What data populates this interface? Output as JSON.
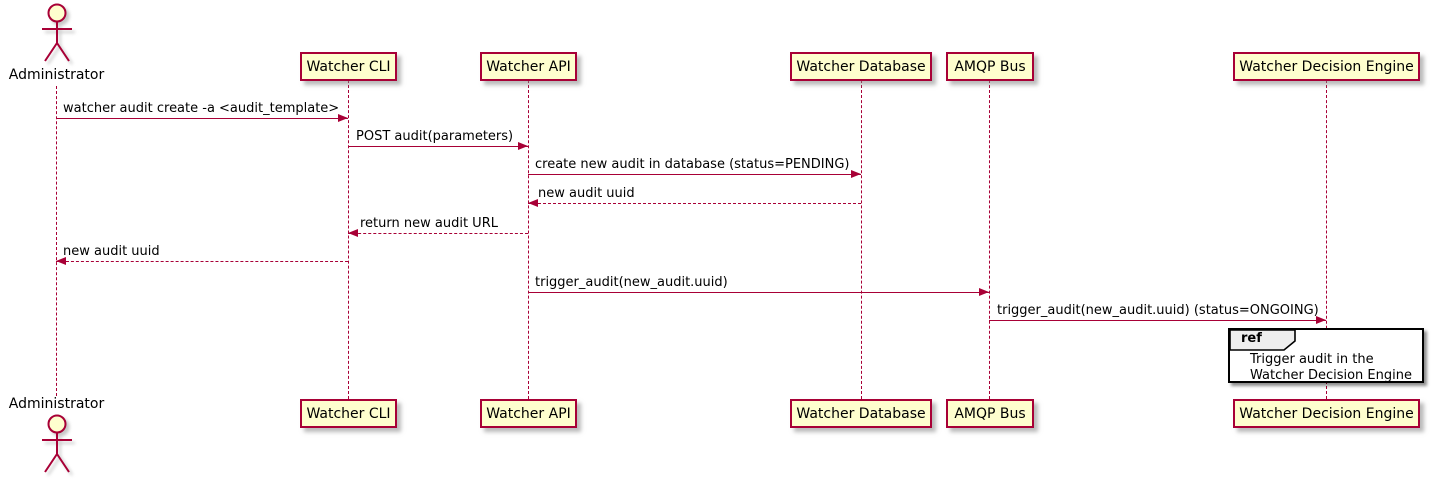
{
  "diagram": {
    "type": "sequence",
    "colors": {
      "participant_fill": "#FEFECE",
      "participant_border": "#A80036",
      "line": "#A80036",
      "text": "#000000",
      "ref_fill": "#FFFFFF",
      "ref_tab_fill": "#EEEEEE",
      "ref_border": "#000000"
    },
    "actor": {
      "name": "Administrator"
    },
    "participants": [
      {
        "name": "Watcher CLI"
      },
      {
        "name": "Watcher API"
      },
      {
        "name": "Watcher Database"
      },
      {
        "name": "AMQP Bus"
      },
      {
        "name": "Watcher Decision Engine"
      }
    ],
    "messages": [
      {
        "text": "watcher audit create -a <audit_template>",
        "from": "Administrator",
        "to": "Watcher CLI",
        "style": "solid",
        "direction": "right"
      },
      {
        "text": "POST audit(parameters)",
        "from": "Watcher CLI",
        "to": "Watcher API",
        "style": "solid",
        "direction": "right"
      },
      {
        "text": "create new audit in database (status=PENDING)",
        "from": "Watcher API",
        "to": "Watcher Database",
        "style": "solid",
        "direction": "right"
      },
      {
        "text": "new audit uuid",
        "from": "Watcher Database",
        "to": "Watcher API",
        "style": "dashed",
        "direction": "left"
      },
      {
        "text": "return new audit URL",
        "from": "Watcher API",
        "to": "Watcher CLI",
        "style": "dashed",
        "direction": "left"
      },
      {
        "text": "new audit uuid",
        "from": "Watcher CLI",
        "to": "Administrator",
        "style": "dashed",
        "direction": "left"
      },
      {
        "text": "trigger_audit(new_audit.uuid)",
        "from": "Watcher API",
        "to": "AMQP Bus",
        "style": "solid",
        "direction": "right"
      },
      {
        "text": "trigger_audit(new_audit.uuid) (status=ONGOING)",
        "from": "AMQP Bus",
        "to": "Watcher Decision Engine",
        "style": "solid",
        "direction": "right"
      }
    ],
    "ref": {
      "tag": "ref",
      "lines": [
        "Trigger audit in the",
        "Watcher Decision Engine"
      ]
    }
  }
}
